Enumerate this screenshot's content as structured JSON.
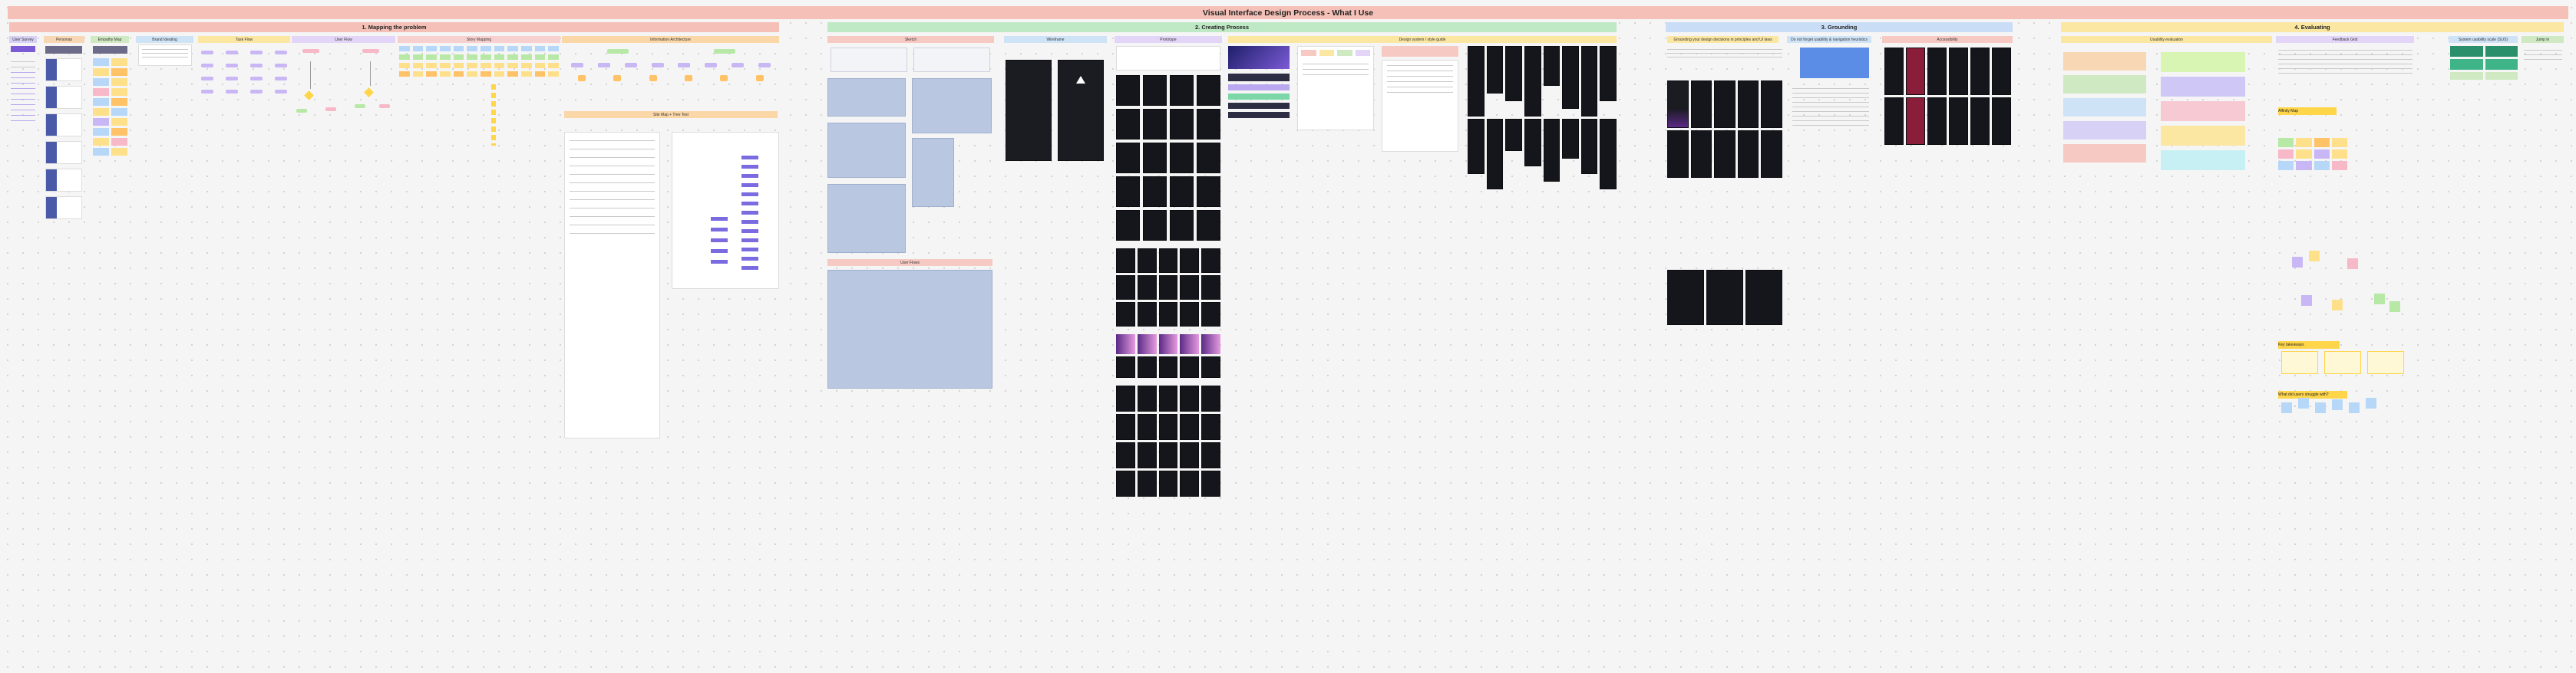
{
  "page": {
    "title": "Visual Interface Design Process - What I Use"
  },
  "sections": [
    {
      "id": "mapping",
      "label": "1.  Mapping the problem",
      "color": "#f5c0b7"
    },
    {
      "id": "creating",
      "label": "2.  Creating Process",
      "color": "#bfe8c4"
    },
    {
      "id": "grounding",
      "label": "3.  Grounding",
      "color": "#c9ddf6"
    },
    {
      "id": "evaluating",
      "label": "4.  Evaluating",
      "color": "#fbe6a2"
    }
  ],
  "mapping_columns": [
    {
      "label": "User Survey",
      "color": "#d7d1f5"
    },
    {
      "label": "Personas",
      "color": "#f8d7b4"
    },
    {
      "label": "Empathy Map",
      "color": "#cfe9c2"
    },
    {
      "label": "Brand Ideating",
      "color": "#cfe3f7"
    },
    {
      "label": "Task Flow",
      "color": "#fbe6a2"
    },
    {
      "label": "User Flow",
      "color": "#e2d5f7"
    },
    {
      "label": "Story Mapping",
      "color": "#f7d1cf"
    },
    {
      "label": "Information Architecture",
      "color": "#fbd7a8"
    }
  ],
  "creating_columns": [
    {
      "label": "Sketch",
      "color": "#f7c9c3"
    },
    {
      "label": "Wireframe",
      "color": "#cfe3f7"
    },
    {
      "label": "Prototype",
      "color": "#e2d5f7"
    },
    {
      "label": "Design system / style guide",
      "color": "#fbe6a2"
    }
  ],
  "grounding_columns": [
    {
      "label": "Grounding your design decisions in principles and UI laws",
      "color": "#fbe6a2"
    },
    {
      "label": "Do not forget usability & navigation heuristics",
      "color": "#cfe3f7"
    },
    {
      "label": "Accessibility",
      "color": "#f7c9c3"
    }
  ],
  "evaluating_columns": [
    {
      "label": "Usability evaluation",
      "color": "#fbe6a2"
    },
    {
      "label": "Feedback Grid",
      "color": "#e2d5f7"
    },
    {
      "label": "System usability scale (SUS)",
      "color": "#cfe3f7"
    },
    {
      "label": "Jump in",
      "color": "#cfe9c2"
    }
  ],
  "labels": {
    "sketch_lower": "User Flows",
    "ia_lower": "Site Map + Tree Test",
    "feedback_groups": [
      "Affinity Map",
      "Key takeaways",
      "What did users struggle with?"
    ]
  },
  "colors": {
    "accent_purple": "#7b5bd6",
    "dark_screen": "#1b1b22"
  }
}
